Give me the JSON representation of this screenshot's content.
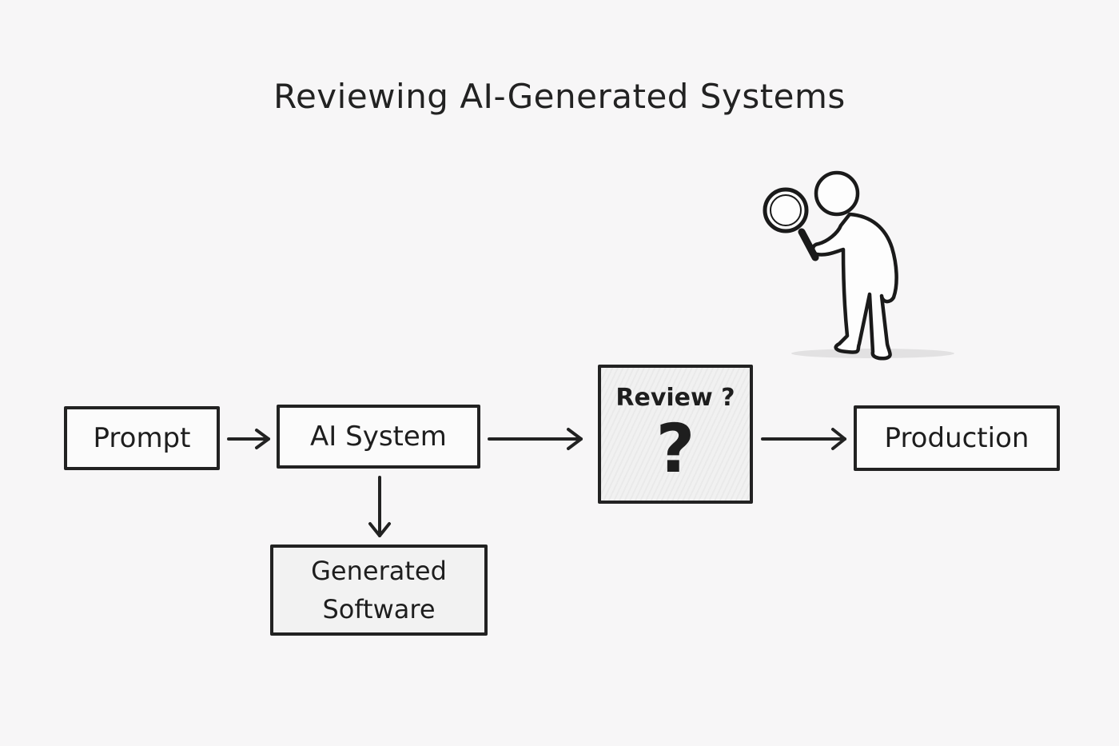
{
  "title": "Reviewing AI-Generated Systems",
  "nodes": {
    "prompt": "Prompt",
    "ai_system": "AI System",
    "generated_software_line1": "Generated",
    "generated_software_line2": "Software",
    "review_label": "Review ?",
    "review_mark": "?",
    "production": "Production"
  },
  "edges": [
    {
      "from": "Prompt",
      "to": "AI System"
    },
    {
      "from": "AI System",
      "to": "Generated Software"
    },
    {
      "from": "AI System",
      "to": "Review ?"
    },
    {
      "from": "Review ?",
      "to": "Production"
    }
  ],
  "illustration": "person-with-magnifying-glass",
  "colors": {
    "ink": "#222222",
    "background": "#f7f6f7"
  }
}
